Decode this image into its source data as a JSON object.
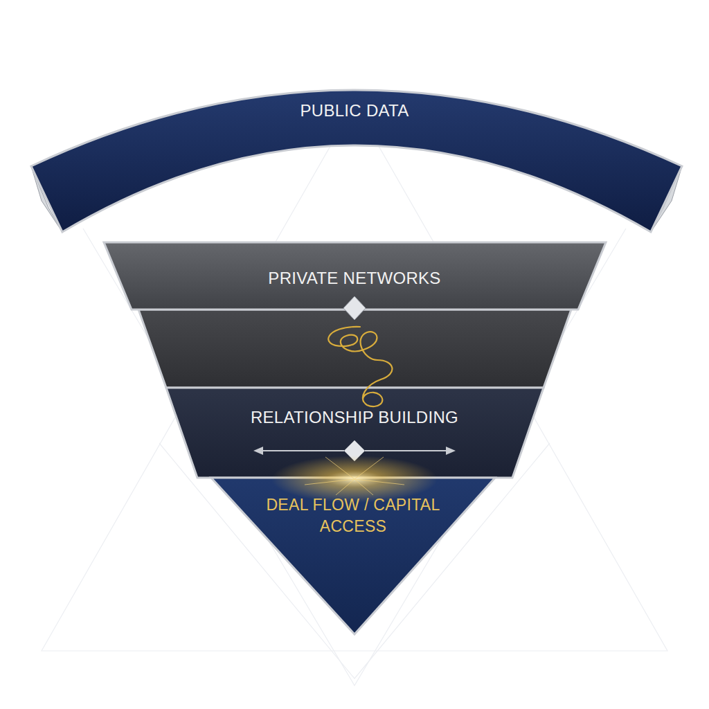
{
  "diagram": {
    "nodes": [
      {
        "text": [
          "PUBLIC DATA"
        ]
      },
      {
        "text": [
          "PRIVATE NETWORKS"
        ]
      },
      {
        "text": [
          "RELATIONSHIP BUILDING"
        ]
      },
      {
        "text": [
          "DEAL FLOW / CAPITAL ACCESS"
        ]
      }
    ]
  }
}
